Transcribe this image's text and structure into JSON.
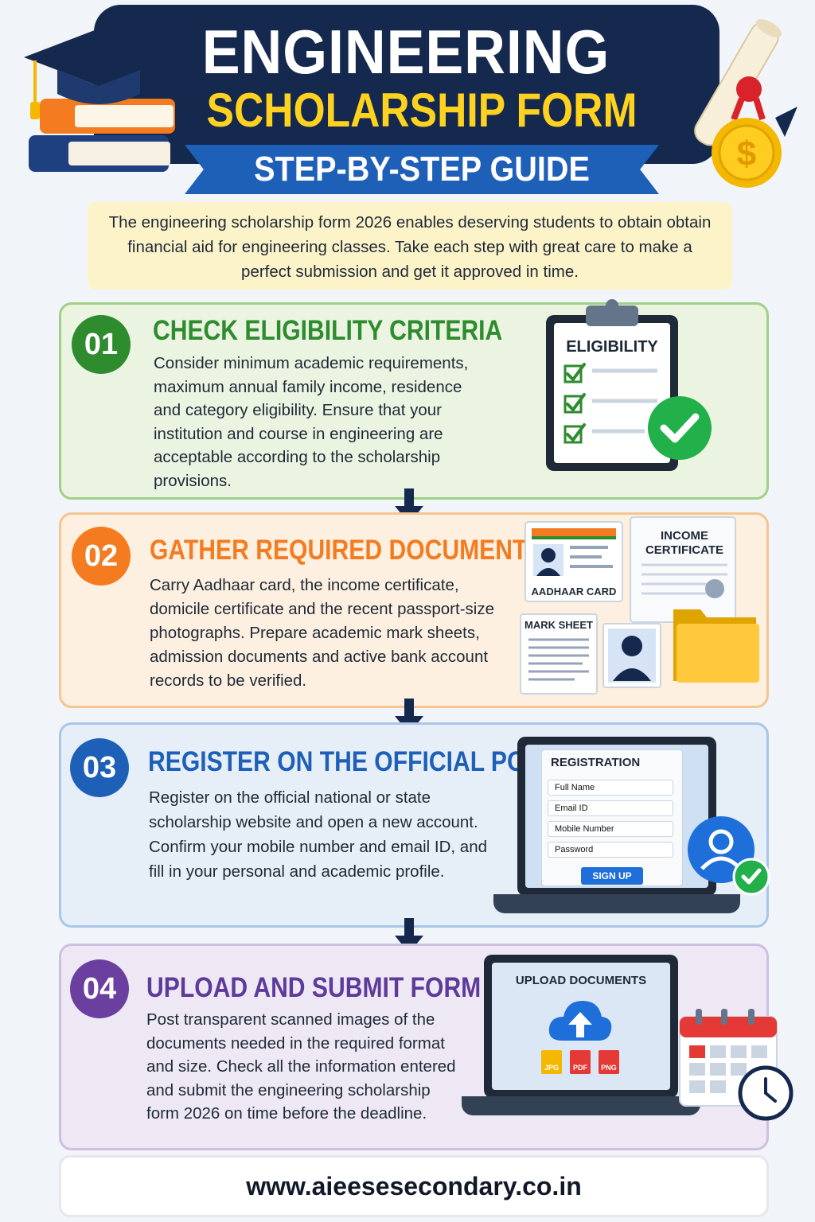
{
  "header": {
    "title": "ENGINEERING",
    "subtitle": "SCHOLARSHIP FORM 2026",
    "ribbon": "STEP-BY-STEP GUIDE",
    "dollar_symbol": "$"
  },
  "intro": "The engineering scholarship form 2026 enables deserving students to obtain obtain financial aid for engineering classes. Take each step with great care to make a perfect submission and get it approved in time.",
  "steps": [
    {
      "number": "01",
      "title": "CHECK ELIGIBILITY CRITERIA",
      "body": "Consider minimum academic requirements, maximum annual family income, residence and category eligibility. Ensure that your institution and course in engineering are acceptable according to the scholarship provisions.",
      "color": "#2e8b2e",
      "illustration": {
        "clipboard_title": "ELIGIBILITY"
      }
    },
    {
      "number": "02",
      "title": "GATHER REQUIRED DOCUMENTS",
      "body": "Carry Aadhaar card, the income certificate, domicile certificate and the recent passport-size photographs. Prepare academic mark sheets, admission documents and active bank account records to be verified.",
      "color": "#f47b1f",
      "illustration": {
        "aadhaar_label": "AADHAAR CARD",
        "income_label_line1": "INCOME",
        "income_label_line2": "CERTIFICATE",
        "marksheet_label": "MARK SHEET"
      }
    },
    {
      "number": "03",
      "title": "REGISTER ON THE OFFICIAL PORTAL",
      "body": "Register on the official national or state scholarship website and open a new account. Confirm your mobile number and email ID, and fill in your personal and academic profile.",
      "color": "#1e5fb8",
      "illustration": {
        "form_title": "REGISTRATION",
        "fields": [
          "Full Name",
          "Email ID",
          "Mobile Number",
          "Password"
        ],
        "button": "SIGN UP"
      }
    },
    {
      "number": "04",
      "title": "UPLOAD AND SUBMIT FORM",
      "body": "Post transparent scanned images of the documents needed in the required format and size. Check all the information entered and submit the engineering scholarship form 2026 on time before the deadline.",
      "color": "#5e3a9b",
      "illustration": {
        "screen_title": "UPLOAD DOCUMENTS",
        "file_types": [
          "JPG",
          "PDF",
          "PNG"
        ]
      }
    }
  ],
  "footer": "www.aieesesecondary.co.in",
  "colors": {
    "navy": "#15294f",
    "yellow": "#ffd21f",
    "blue": "#1e5fb8"
  }
}
